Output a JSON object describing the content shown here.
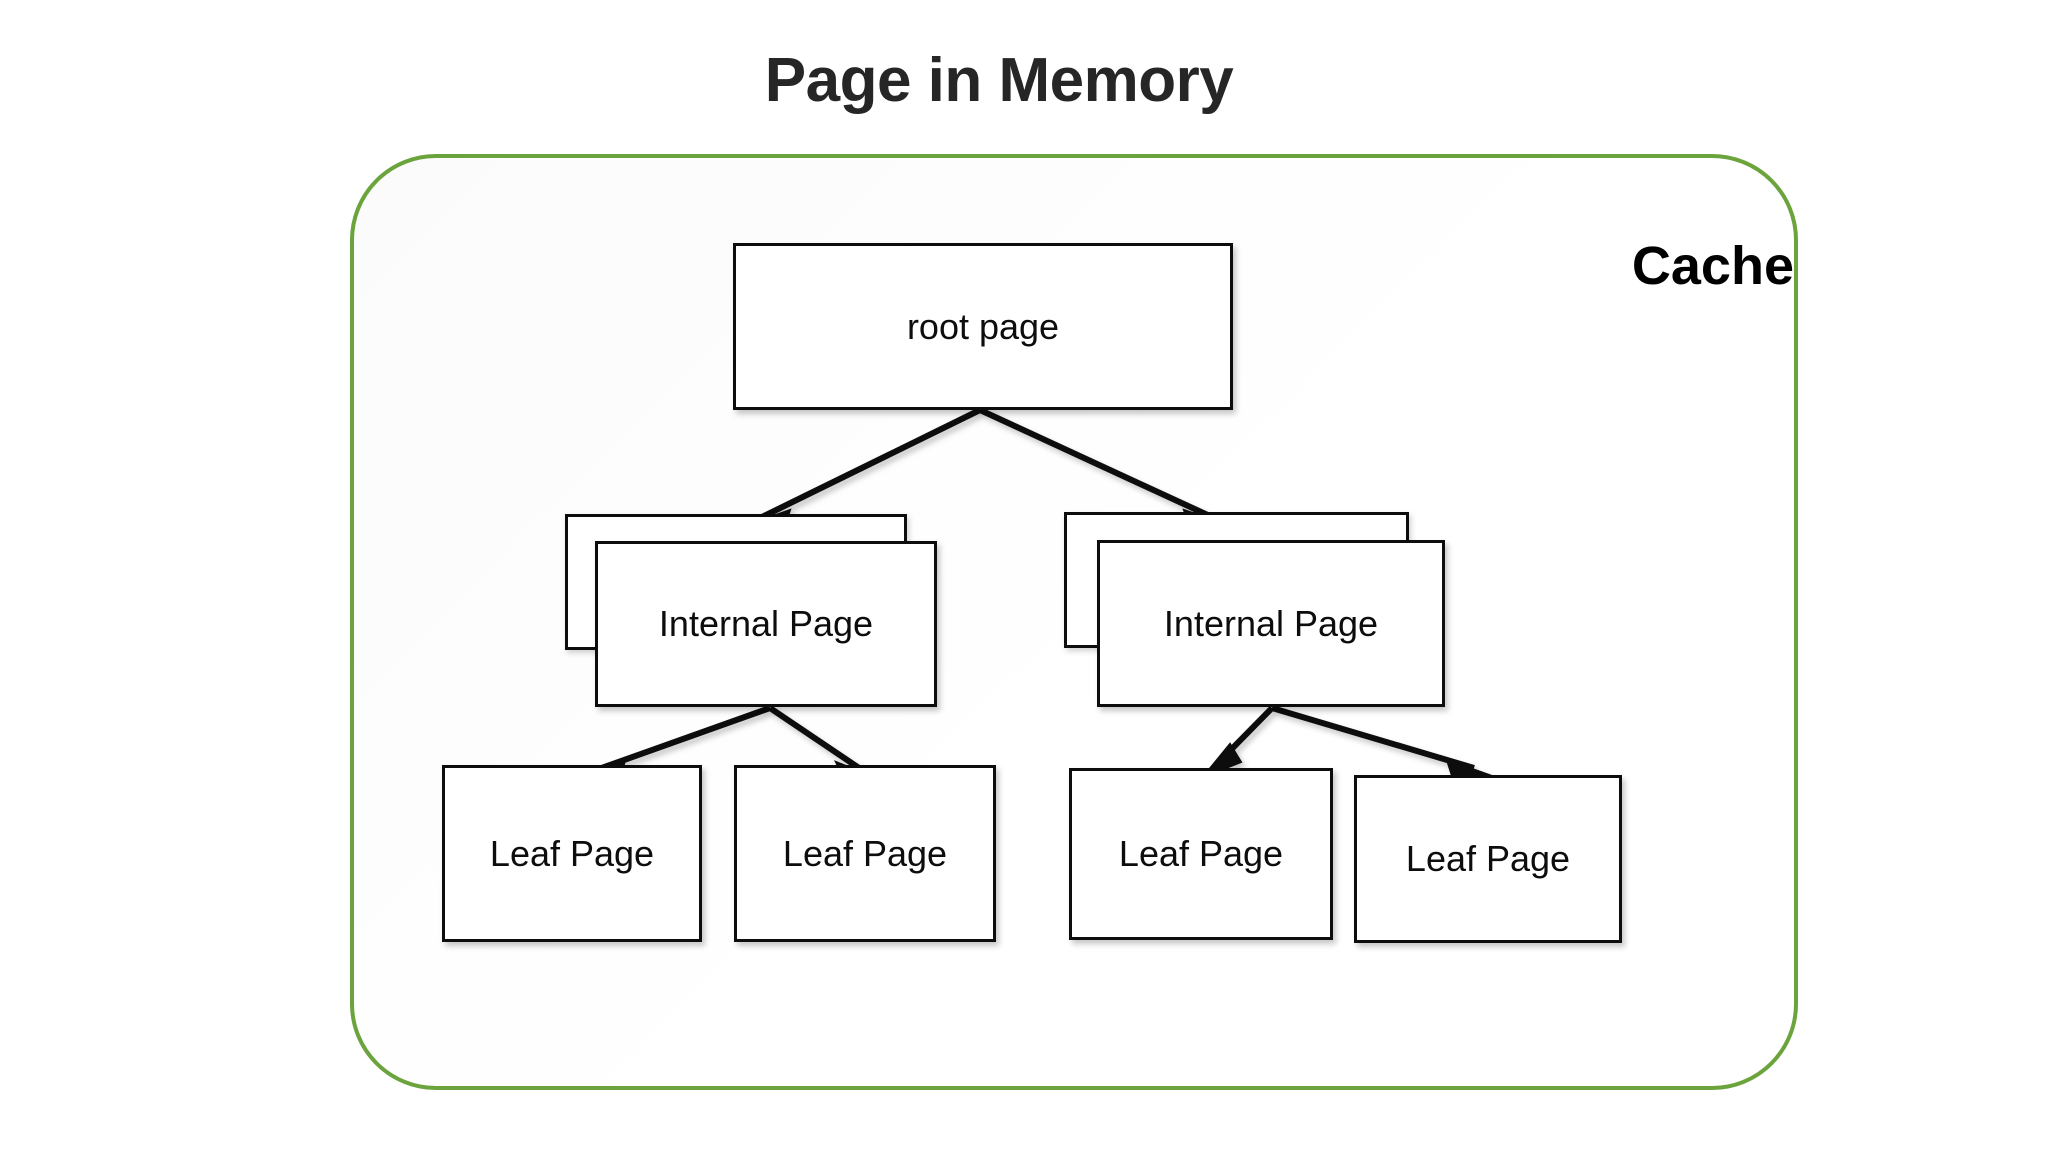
{
  "title": "Page in Memory",
  "colors": {
    "cache_border": "#6ba33c",
    "node_border": "#0d0d0d",
    "node_fill": "#ffffff",
    "title_text": "#262626",
    "label_text": "#000000",
    "background": "#ffffff"
  },
  "cache": {
    "label": "Cache"
  },
  "diagram": {
    "type": "tree",
    "root": {
      "label": "root page",
      "stacked": false
    },
    "internal_pages": [
      {
        "label": "Internal Page",
        "stacked": true,
        "side": "left"
      },
      {
        "label": "Internal Page",
        "stacked": true,
        "side": "right"
      }
    ],
    "leaf_pages": [
      {
        "label": "Leaf Page"
      },
      {
        "label": "Leaf Page"
      },
      {
        "label": "Leaf Page"
      },
      {
        "label": "Leaf Page"
      }
    ],
    "edges": [
      {
        "from": "root page",
        "to": "Internal Page (left)"
      },
      {
        "from": "root page",
        "to": "Internal Page (right)"
      },
      {
        "from": "Internal Page (left)",
        "to": "Leaf Page 1"
      },
      {
        "from": "Internal Page (left)",
        "to": "Leaf Page 2"
      },
      {
        "from": "Internal Page (right)",
        "to": "Leaf Page 3"
      },
      {
        "from": "Internal Page (right)",
        "to": "Leaf Page 4"
      }
    ]
  }
}
